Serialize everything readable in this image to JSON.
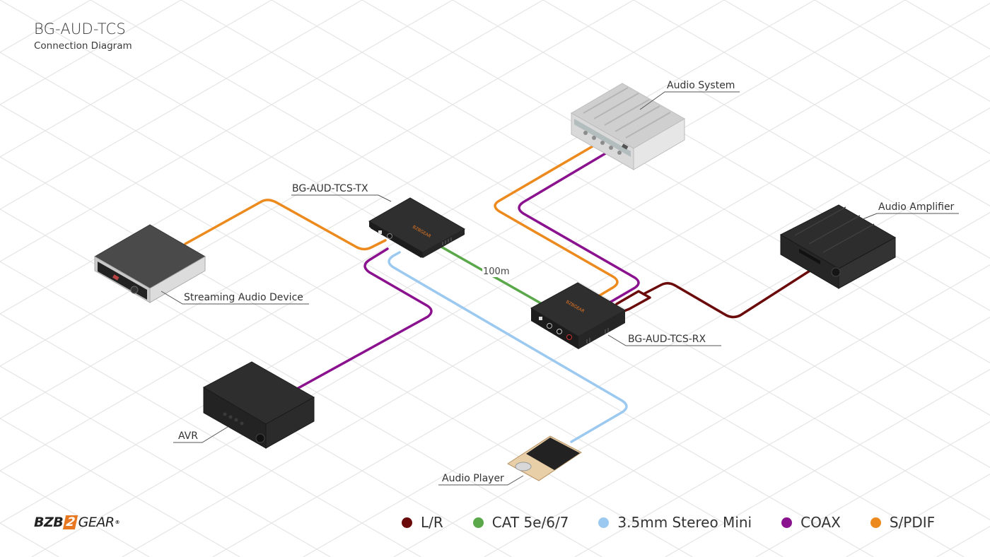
{
  "header": {
    "title": "BG-AUD-TCS",
    "subtitle": "Connection Diagram"
  },
  "devices": [
    {
      "id": "audio-system",
      "label": "Audio System"
    },
    {
      "id": "tx",
      "label": "BG-AUD-TCS-TX"
    },
    {
      "id": "audio-amplifier",
      "label": "Audio Amplifier"
    },
    {
      "id": "streaming-device",
      "label": "Streaming Audio Device"
    },
    {
      "id": "rx",
      "label": "BG-AUD-TCS-RX"
    },
    {
      "id": "avr",
      "label": "AVR"
    },
    {
      "id": "audio-player",
      "label": "Audio Player"
    }
  ],
  "connections": [
    {
      "from": "streaming-device",
      "to": "tx",
      "type": "S/PDIF"
    },
    {
      "from": "avr",
      "to": "tx",
      "type": "COAX"
    },
    {
      "from": "audio-player",
      "to": "tx",
      "type": "3.5mm Stereo Mini"
    },
    {
      "from": "tx",
      "to": "rx",
      "type": "CAT 5e/6/7",
      "length_label": "100m"
    },
    {
      "from": "rx",
      "to": "audio-system",
      "type": "S/PDIF"
    },
    {
      "from": "rx",
      "to": "audio-system",
      "type": "COAX"
    },
    {
      "from": "rx",
      "to": "audio-amplifier",
      "type": "L/R"
    }
  ],
  "cable_length": "100m",
  "legend": [
    {
      "label": "L/R",
      "color": "#6b0a0a"
    },
    {
      "label": "CAT 5e/6/7",
      "color": "#5aa84a"
    },
    {
      "label": "3.5mm Stereo Mini",
      "color": "#9cc9ef"
    },
    {
      "label": "COAX",
      "color": "#8b128f"
    },
    {
      "label": "S/PDIF",
      "color": "#ec8a1e"
    }
  ],
  "brand": {
    "left": "BZB",
    "mid": "2",
    "right": "GEAR",
    "mark": "®"
  },
  "device_brand_text": "BZBGEAR"
}
